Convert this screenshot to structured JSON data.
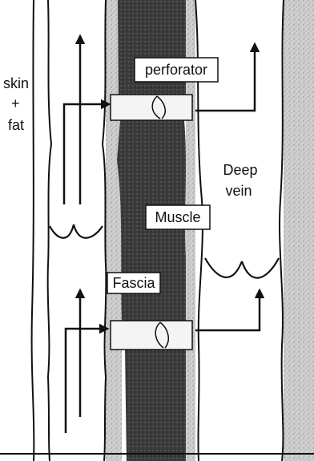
{
  "labels": {
    "skin": "skin",
    "plus": "+",
    "fat": "fat",
    "perforator": "perforator",
    "muscle": "Muscle",
    "fascia": "Fascia",
    "deep": "Deep",
    "vein": "vein"
  },
  "colors": {
    "background": "#ffffff",
    "muscle": "#3a3a3a",
    "fascia": "#cfcfcf",
    "deep_wall": "#bdbdbd",
    "outline": "#111111"
  }
}
